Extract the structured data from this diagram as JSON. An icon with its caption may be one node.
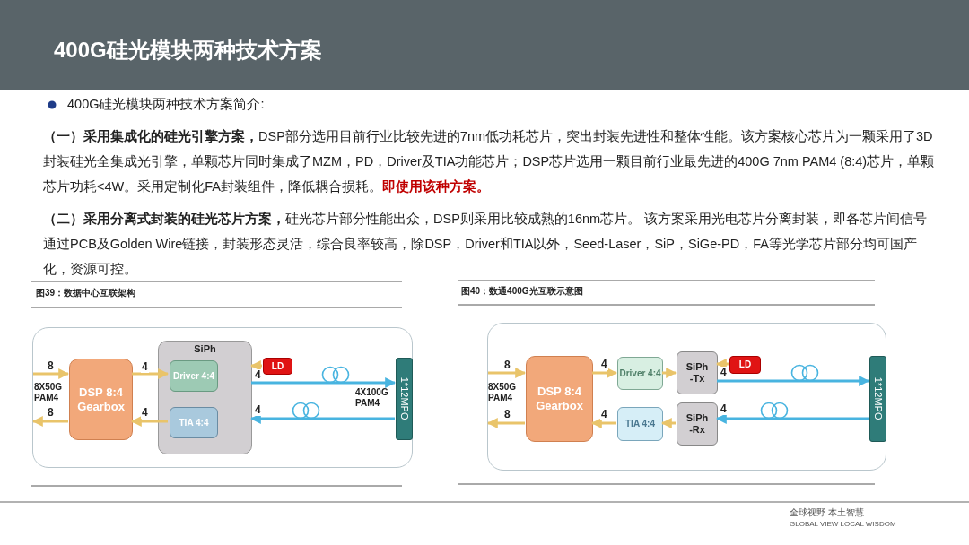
{
  "diagram": {
    "title": "400G硅光模块两种技术方案",
    "nodes": [
      {
        "text": [],
        "shape": "box"
      },
      {
        "text": [
          "DSP 8:4 Gearbox"
        ],
        "in": 0
      },
      {
        "text": [
          "SiPh"
        ],
        "in": 0
      },
      {
        "text": [
          "Driver 4:4"
        ],
        "in": 2
      },
      {
        "text": [
          "TIA 4:4"
        ],
        "in": 2
      },
      {
        "text": [
          "LD"
        ],
        "in": 0
      },
      {
        "text": [
          "1*12MPO"
        ],
        "in": 0
      },
      {
        "text": [],
        "shape": "box"
      },
      {
        "text": [
          "DSP 8:4 Gearbox"
        ],
        "in": 7
      },
      {
        "text": [
          "Driver 4:4"
        ],
        "in": 7
      },
      {
        "text": [
          "TIA 4:4"
        ],
        "in": 7
      },
      {
        "text": [
          "SiPh -Tx"
        ],
        "in": 7
      },
      {
        "text": [
          "SiPh -Rx"
        ],
        "in": 7
      },
      {
        "text": [
          "LD"
        ],
        "in": 7
      },
      {
        "text": [
          "1*12MPO"
        ],
        "in": 7
      }
    ],
    "edges": [
      {
        "from": null,
        "to": 1,
        "arrow": "to",
        "label": "8"
      },
      {
        "from": 1,
        "to": null,
        "arrow": "to",
        "label": "8"
      },
      {
        "from": 1,
        "to": 3,
        "arrow": "to",
        "label": "4"
      },
      {
        "from": 4,
        "to": 1,
        "arrow": "to",
        "label": "4"
      },
      {
        "from": 5,
        "to": 2,
        "arrow": "to"
      },
      {
        "from": 2,
        "to": 6,
        "arrow": "to",
        "label": "4",
        "color": "#48b4e0"
      },
      {
        "from": 6,
        "to": 2,
        "arrow": "to",
        "label": "4",
        "color": "#48b4e0"
      },
      {
        "from": null,
        "to": 8,
        "arrow": "to",
        "label": "8"
      },
      {
        "from": 8,
        "to": null,
        "arrow": "to",
        "label": "8"
      },
      {
        "from": 8,
        "to": 9,
        "arrow": "to",
        "label": "4"
      },
      {
        "from": 9,
        "to": 11,
        "arrow": "to"
      },
      {
        "from": 12,
        "to": 10,
        "arrow": "to"
      },
      {
        "from": 10,
        "to": 8,
        "arrow": "to",
        "label": "4"
      },
      {
        "from": 13,
        "to": 11,
        "arrow": "to"
      },
      {
        "from": 11,
        "to": 14,
        "arrow": "to",
        "label": "4",
        "color": "#48b4e0"
      },
      {
        "from": 14,
        "to": 12,
        "arrow": "to",
        "label": "4",
        "color": "#48b4e0"
      }
    ],
    "labels": [
      "400G硅光模块两种技术方案简介:",
      "**（一）采用集成化的硅光引擎方案，**DSP部分选用目前行业比较先进的7nm低功耗芯片，突出封装先进性和整体性能。该方案核心芯片为一颗采用了3D封装硅光全集成光引擎，单颗芯片同时集成了MZM，PD，Driver及TIA功能芯片；DSP芯片选用一颗目前行业最先进的400G 7nm PAM4 (8:4)芯片，单颗芯片功耗<4W。采用定制化FA封装组件，降低耦合损耗。",
      "即使用该种方案。",
      "**（二）采用分离式封装的硅光芯片方案，**硅光芯片部分性能出众，DSP则采用比较成熟的16nm芯片。 该方案采用光电芯片分离封装，即各芯片间信号通过PCB及Golden Wire链接，封装形态灵活，综合良率较高，除DSP，Driver和TIA以外，Seed-Laser，SiP，SiGe-PD，FA等光学芯片部分均可国产化，资源可控。",
      "图39：数据中心互联架构",
      "8X50G PAM4",
      "4X100G PAM4",
      "图40：数通400G光互联示意图",
      "8X50G PAM4",
      "全球视野 本土智慧",
      "GLOBAL VIEW LOCAL WISDOM"
    ]
  }
}
